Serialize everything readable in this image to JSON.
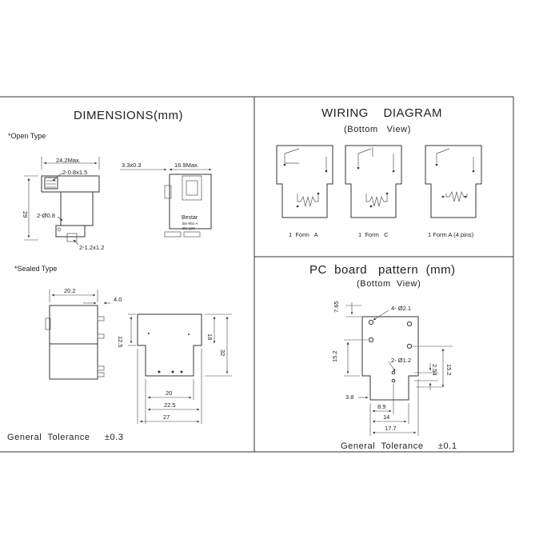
{
  "dimensions": {
    "title": "DIMENSIONS(mm)",
    "open_type_label": "*Open Type",
    "sealed_type_label": "*Sealed Type",
    "open_labels": {
      "width_max": "24.2Max.",
      "slot": "2-0.8x1.5",
      "height": "29",
      "hole": "2-Ø0.8",
      "pin": "2-1.2x1.2",
      "offset": "3.3x0.3",
      "depth_max": "16.9Max."
    },
    "relay_marking": {
      "brand": "Bestar",
      "line1": "BS-901-A",
      "line2": "DC 12V"
    },
    "sealed_labels": {
      "width": "20.2",
      "pin_len": "4.0",
      "side": "12.5",
      "inner_h": "18",
      "total_h": "32",
      "w1": "20",
      "w2": "22.5",
      "w3": "27"
    },
    "tolerance": "General  Tolerance     ±0.3"
  },
  "wiring": {
    "title": "WIRING    DIAGRAM",
    "subtitle": "(Bottom   View)",
    "labels": [
      "1  Form   A",
      "1  Form   C",
      "1 Form A (4 pins)"
    ]
  },
  "pcb": {
    "title": "PC  board   pattern  (mm)",
    "subtitle": "(Bottom  View)",
    "labels": {
      "top": "7.65",
      "hole_large": "4- Ø2.1",
      "left_h": "15.2",
      "hole_small": "2- Ø1.2",
      "spacing": "2.54",
      "right_h": "15.2",
      "left_off": "3.8",
      "w1": "8.9",
      "w2": "14",
      "w3": "17.7"
    },
    "tolerance": "General  Tolerance     ±0.1"
  }
}
